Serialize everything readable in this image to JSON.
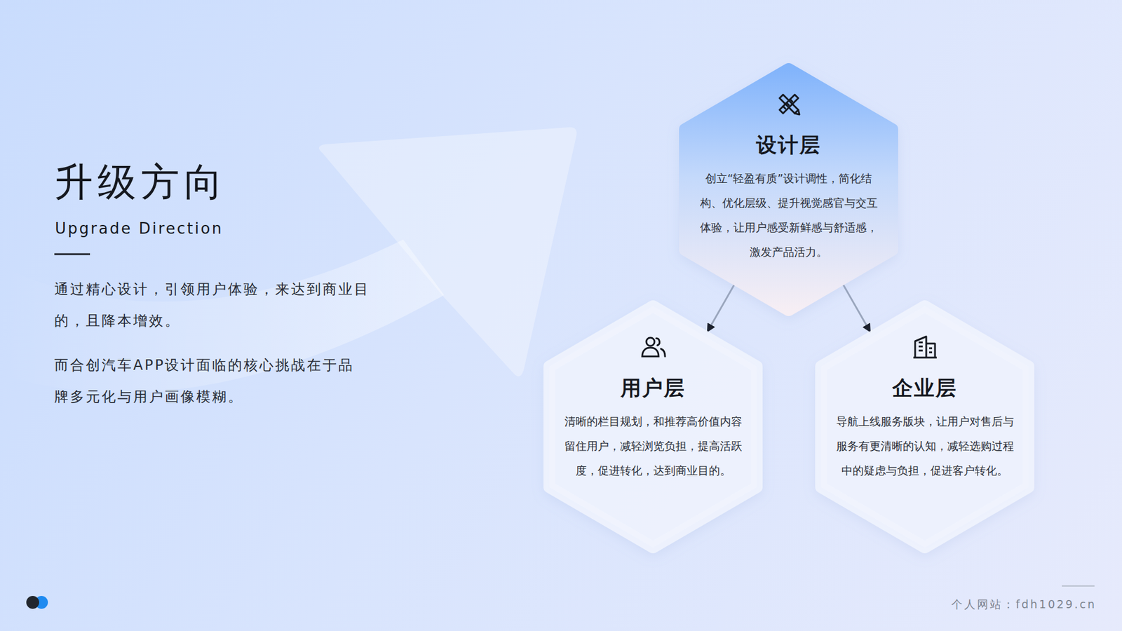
{
  "diagram": {
    "title": "升级方向",
    "nodes": [
      {
        "text": [
          "设计层",
          "创立“轻盈有质”设计调性，简化结构、优化层级、提升视觉感官与交互体验，让用户感受新鲜感与舒适感，激发产品活力。"
        ]
      },
      {
        "text": [
          "用户层",
          "清晰的栏目规划，和推荐高价值内容留住用户，减轻浏览负担，提高活跃度，促进转化，达到商业目的。"
        ]
      },
      {
        "text": [
          "企业层",
          "导航上线服务版块，让用户对售后与服务有更清晰的认知，减轻选购过程中的疑虑与负担，促进客户转化。"
        ]
      }
    ],
    "edges": [
      {
        "from": 0,
        "to": 1,
        "arrow": "to"
      },
      {
        "from": 0,
        "to": 2,
        "arrow": "to"
      }
    ],
    "labels": [
      "Upgrade Direction",
      "通过精心设计，引领用户体验，来达到商业目的，且降本增效。",
      "而合创汽车APP设计面临的核心挑战在于品牌多元化与用户画像模糊。",
      "个人网站：fdh1029.cn"
    ]
  }
}
